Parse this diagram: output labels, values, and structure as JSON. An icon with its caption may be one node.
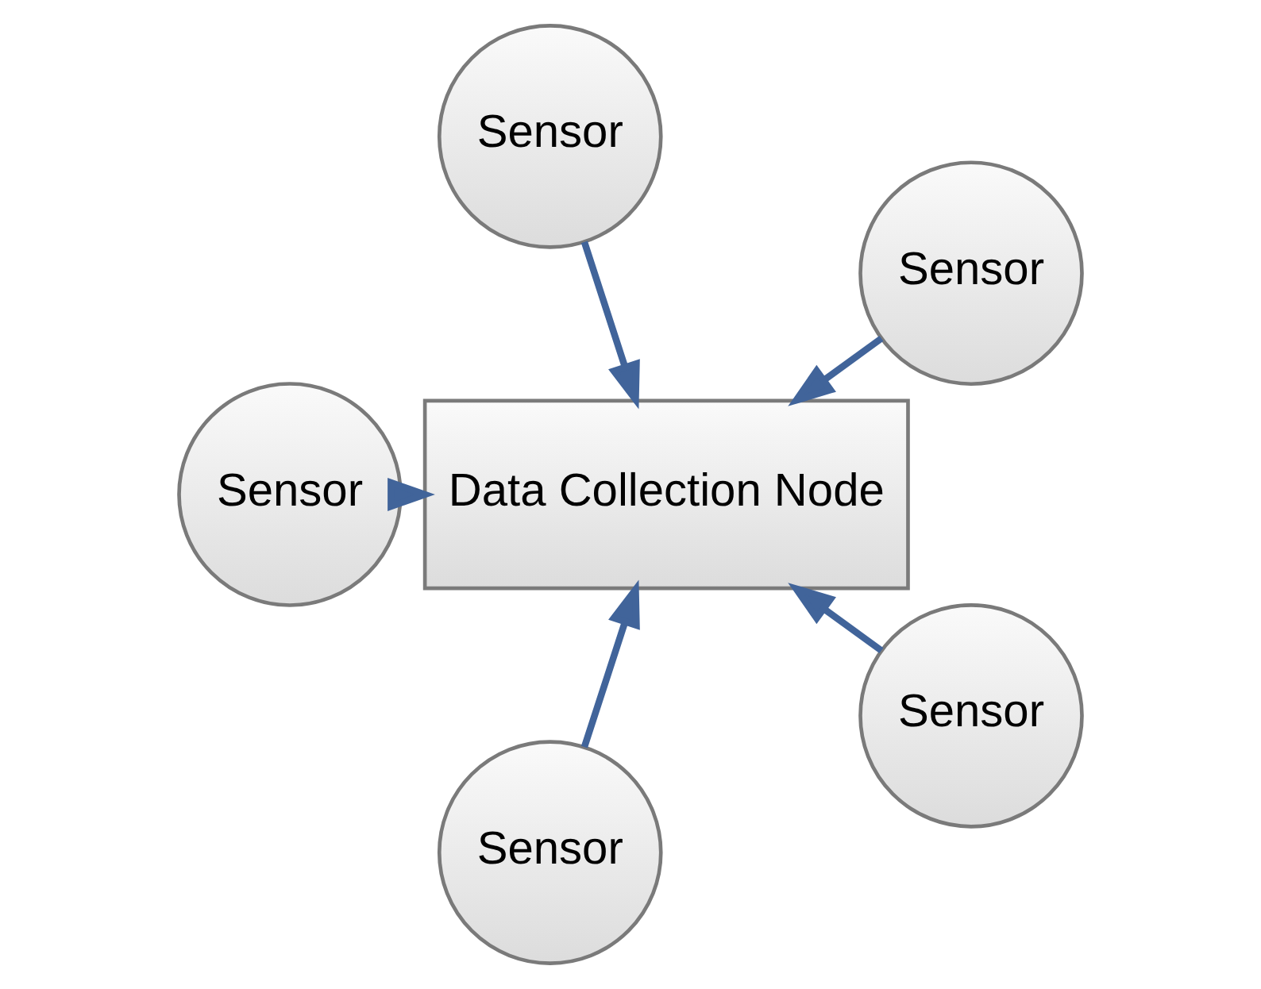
{
  "diagram": {
    "nodes": [
      {
        "text": [
          "Sensor"
        ]
      },
      {
        "text": [
          "Sensor"
        ]
      },
      {
        "text": [
          "Data Collection Node"
        ]
      },
      {
        "text": [
          "Sensor"
        ]
      },
      {
        "text": [
          "Sensor"
        ]
      },
      {
        "text": [
          "Sensor"
        ]
      }
    ],
    "edges": [
      {
        "from": 0,
        "to": 2,
        "arrow": "to"
      },
      {
        "from": 1,
        "to": 2,
        "arrow": "to"
      },
      {
        "from": 3,
        "to": 2,
        "arrow": "to"
      },
      {
        "from": 4,
        "to": 2,
        "arrow": "to"
      },
      {
        "from": 5,
        "to": 2,
        "arrow": "to"
      }
    ]
  }
}
